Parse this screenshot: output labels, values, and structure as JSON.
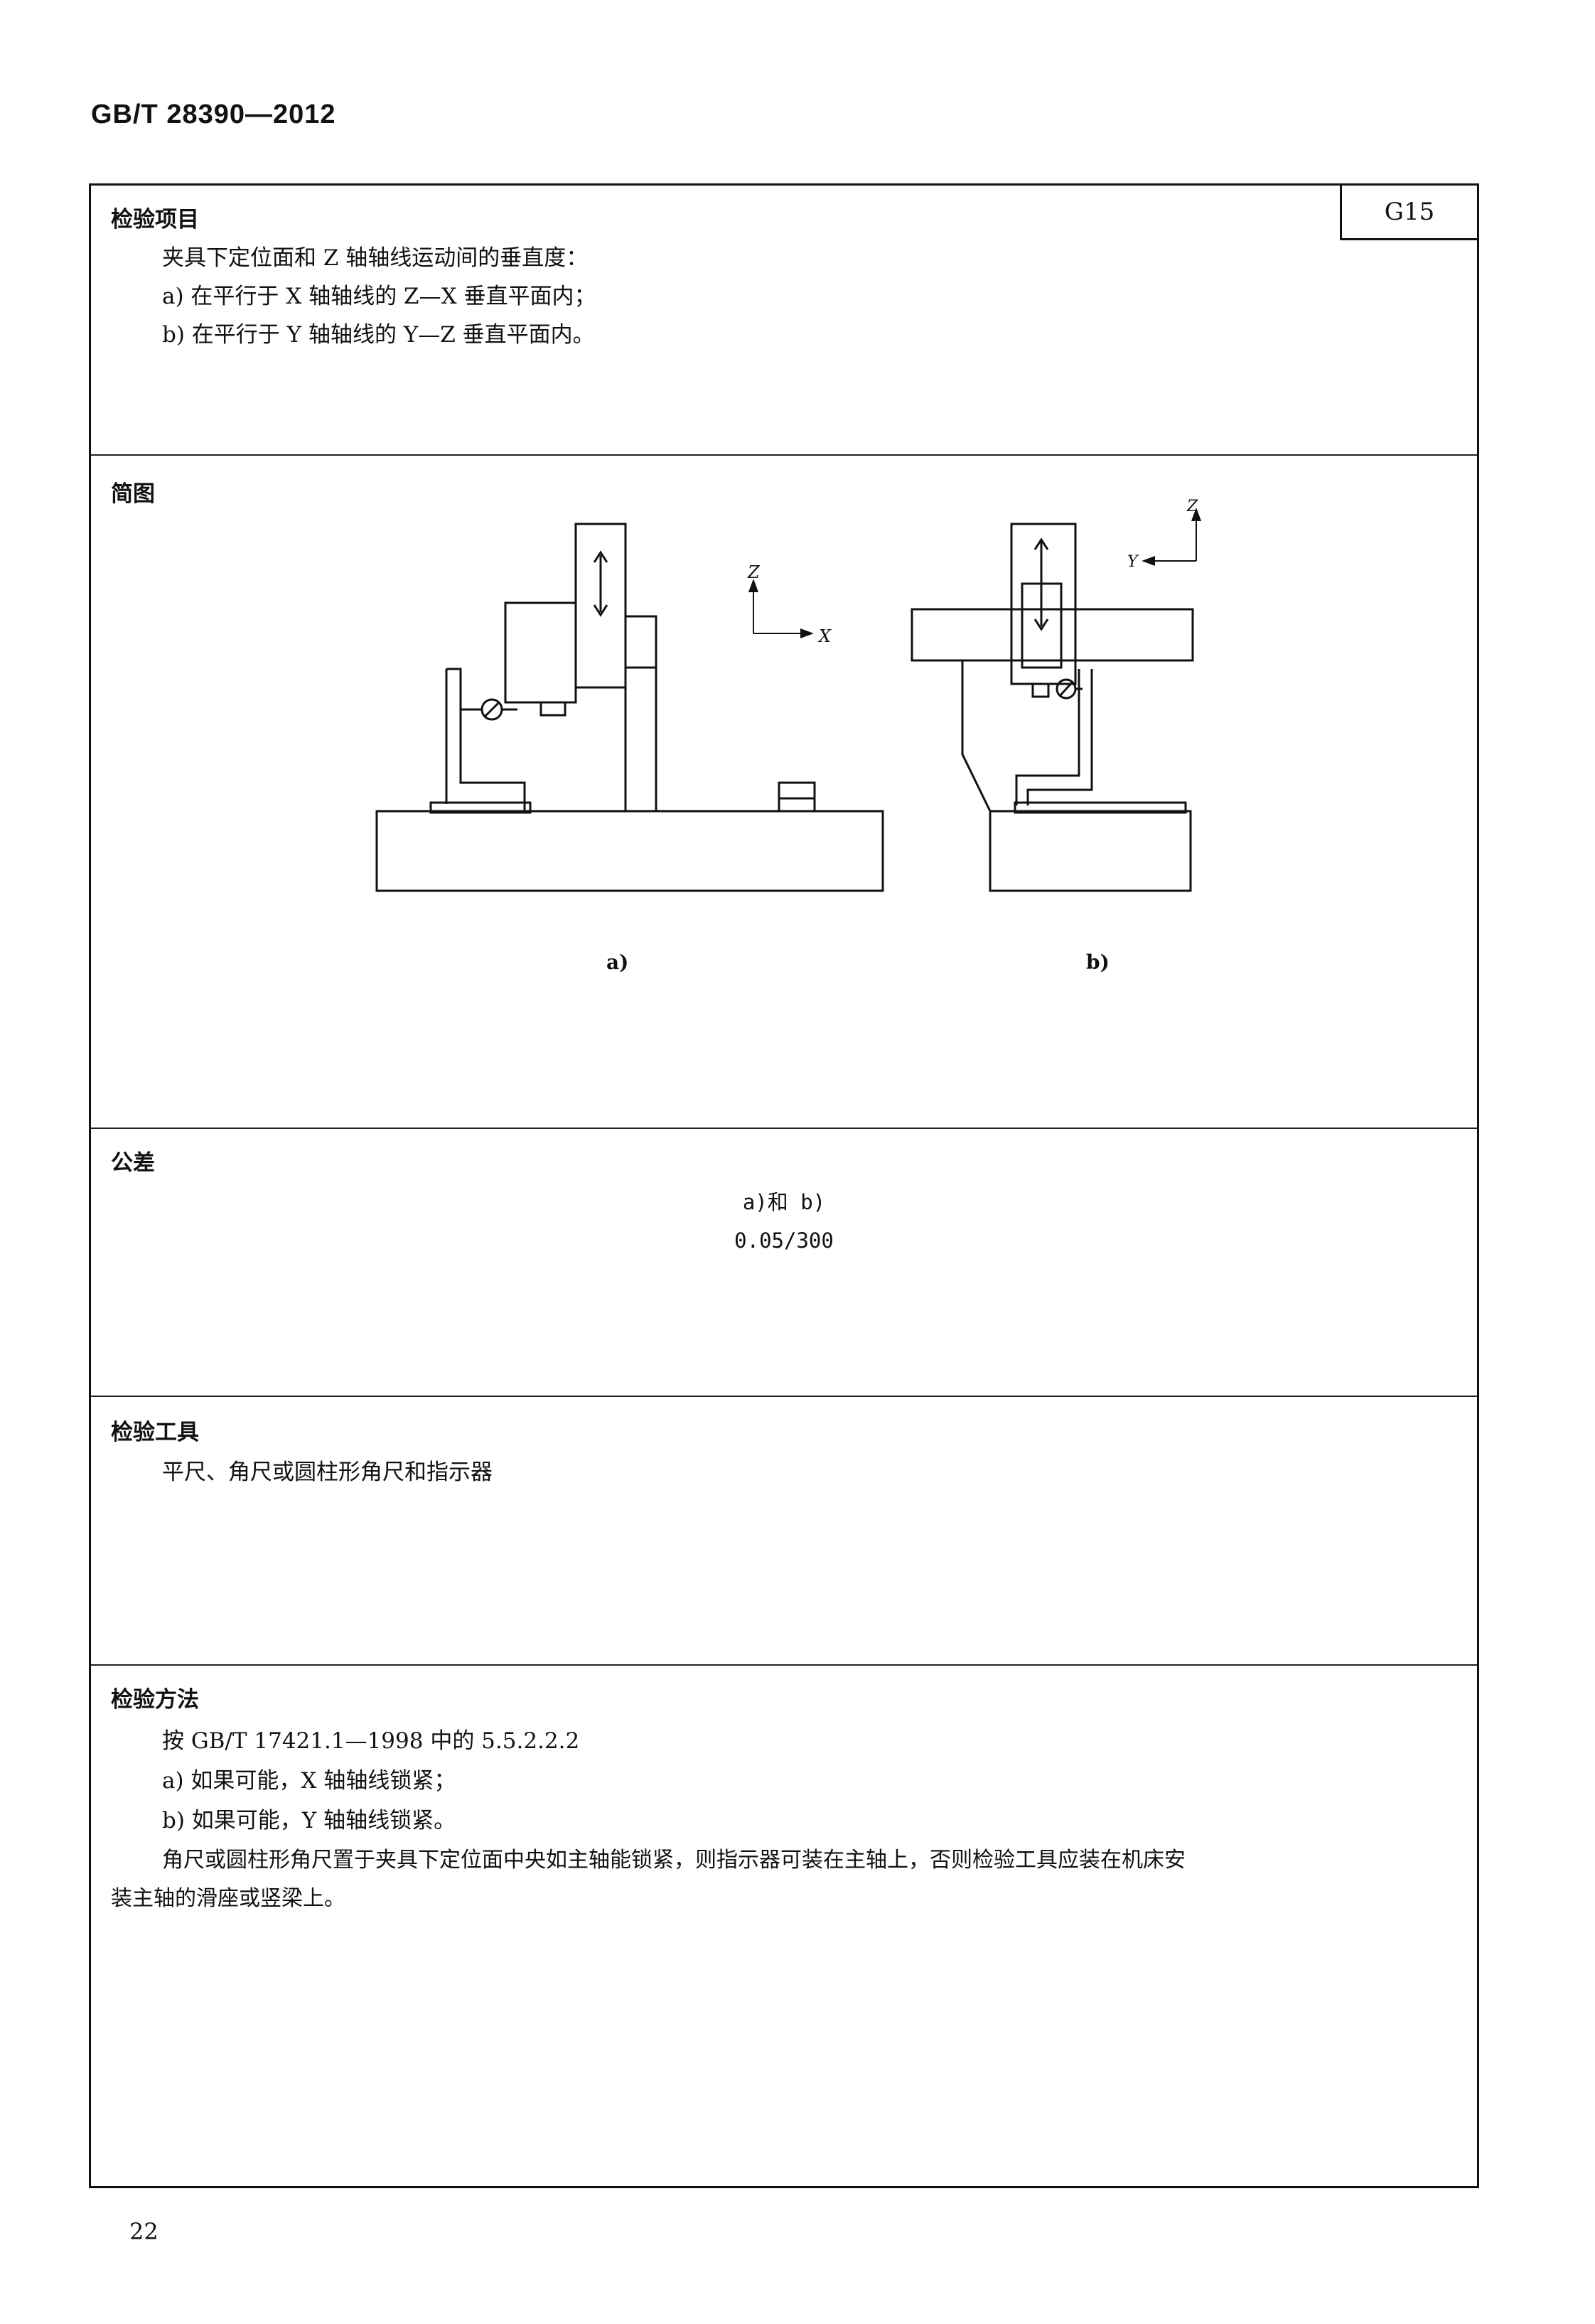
{
  "header": {
    "standard": "GB/T 28390—2012"
  },
  "item_code": "G15",
  "check_item": {
    "title": "检验项目",
    "lines": [
      "夹具下定位面和 Z 轴轴线运动间的垂直度：",
      "a)  在平行于 X 轴轴线的 Z—X 垂直平面内；",
      "b)  在平行于 Y 轴轴线的 Y—Z 垂直平面内。"
    ]
  },
  "diagram": {
    "title": "简图",
    "fig_a": {
      "label": "a)",
      "axis_z": "Z",
      "axis_x": "X"
    },
    "fig_b": {
      "label": "b)",
      "axis_z": "Z",
      "axis_y": "Y"
    }
  },
  "tolerance": {
    "title": "公差",
    "scope": "a)和 b)",
    "value": "0.05/300"
  },
  "tools": {
    "title": "检验工具",
    "text": "平尺、角尺或圆柱形角尺和指示器"
  },
  "method": {
    "title": "检验方法",
    "lines": [
      "按 GB/T 17421.1—1998 中的 5.5.2.2.2",
      "a)  如果可能，X 轴轴线锁紧；",
      "b)  如果可能，Y 轴轴线锁紧。"
    ],
    "paragraph_line1": "角尺或圆柱形角尺置于夹具下定位面中央如主轴能锁紧，则指示器可装在主轴上，否则检验工具应装在机床安",
    "paragraph_line2": "装主轴的滑座或竖梁上。"
  },
  "page_number": "22"
}
